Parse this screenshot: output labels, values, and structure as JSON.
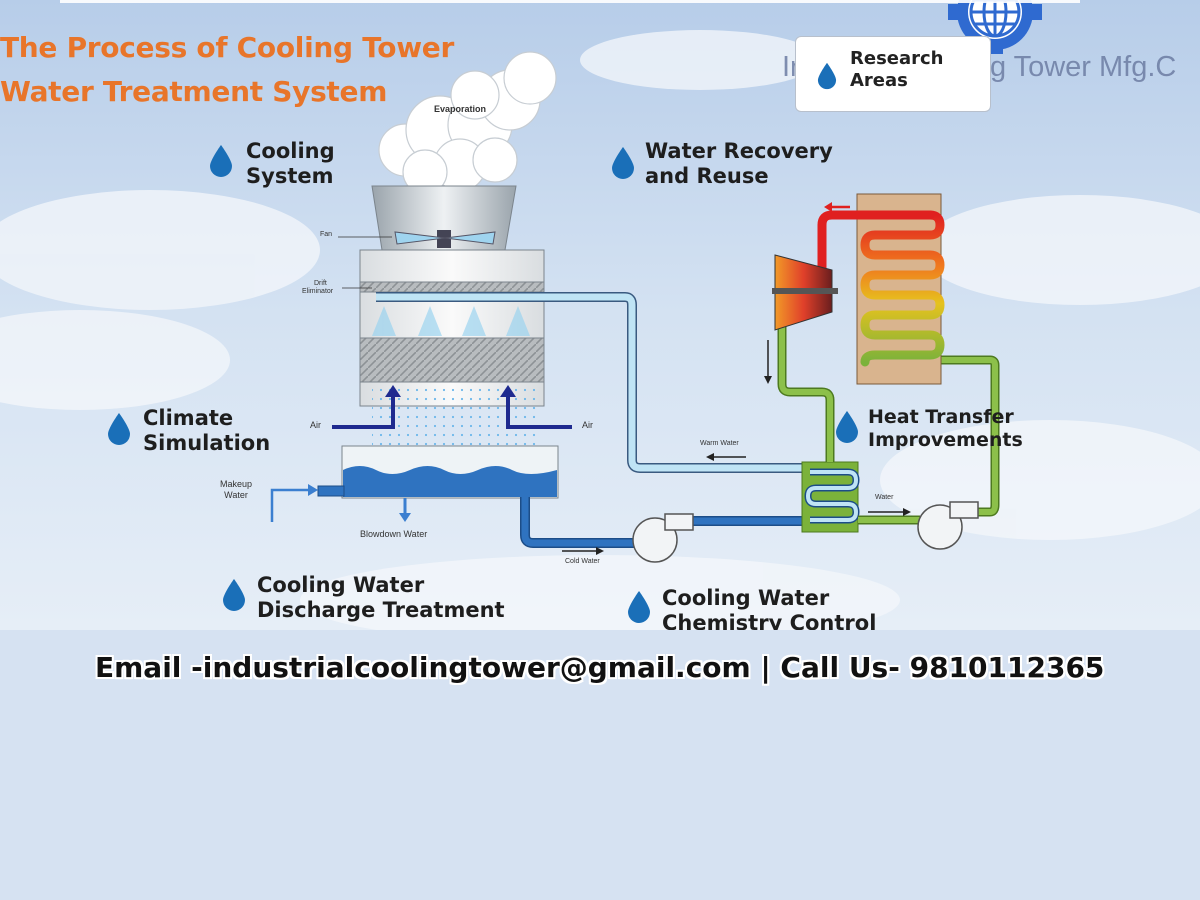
{
  "title": {
    "line1": "The Process of Cooling Tower",
    "line2": "Water Treatment System"
  },
  "brand": {
    "watermark": "Industrial Cooling Tower Mfg.C",
    "logo": "globe-gear-logo"
  },
  "research_areas": {
    "line1": "Research",
    "line2": "Areas"
  },
  "areas": [
    {
      "line1": "Cooling",
      "line2": "System"
    },
    {
      "line1": "Water Recovery",
      "line2": "and Reuse"
    },
    {
      "line1": "Climate",
      "line2": "Simulation"
    },
    {
      "line1": "Heat Transfer",
      "line2": "Improvements"
    },
    {
      "line1": "Cooling Water",
      "line2": "Discharge Treatment"
    },
    {
      "line1": "Cooling Water",
      "line2": "Chemistry Control"
    }
  ],
  "diagram_labels": {
    "evaporation": "Evaporation",
    "fan": "Fan",
    "drift": "Drift",
    "eliminator": "Eliminator",
    "air_left": "Air",
    "air_right": "Air",
    "makeup1": "Makeup",
    "makeup2": "Water",
    "blowdown": "Blowdown Water",
    "warm_water": "Warm Water",
    "water": "Water",
    "cold_water": "Cold Water"
  },
  "footer": {
    "contact": "Email -industrialcoolingtower@gmail.com | Call Us- 9810112365"
  },
  "colors": {
    "title": "#e8752a",
    "drop": "#1a6fb8",
    "pipe_light": "#bfe4f5",
    "pipe_dark": "#2f73c0",
    "pipe_green": "#7bb23a",
    "footer_bg": "#d6e2f2"
  }
}
